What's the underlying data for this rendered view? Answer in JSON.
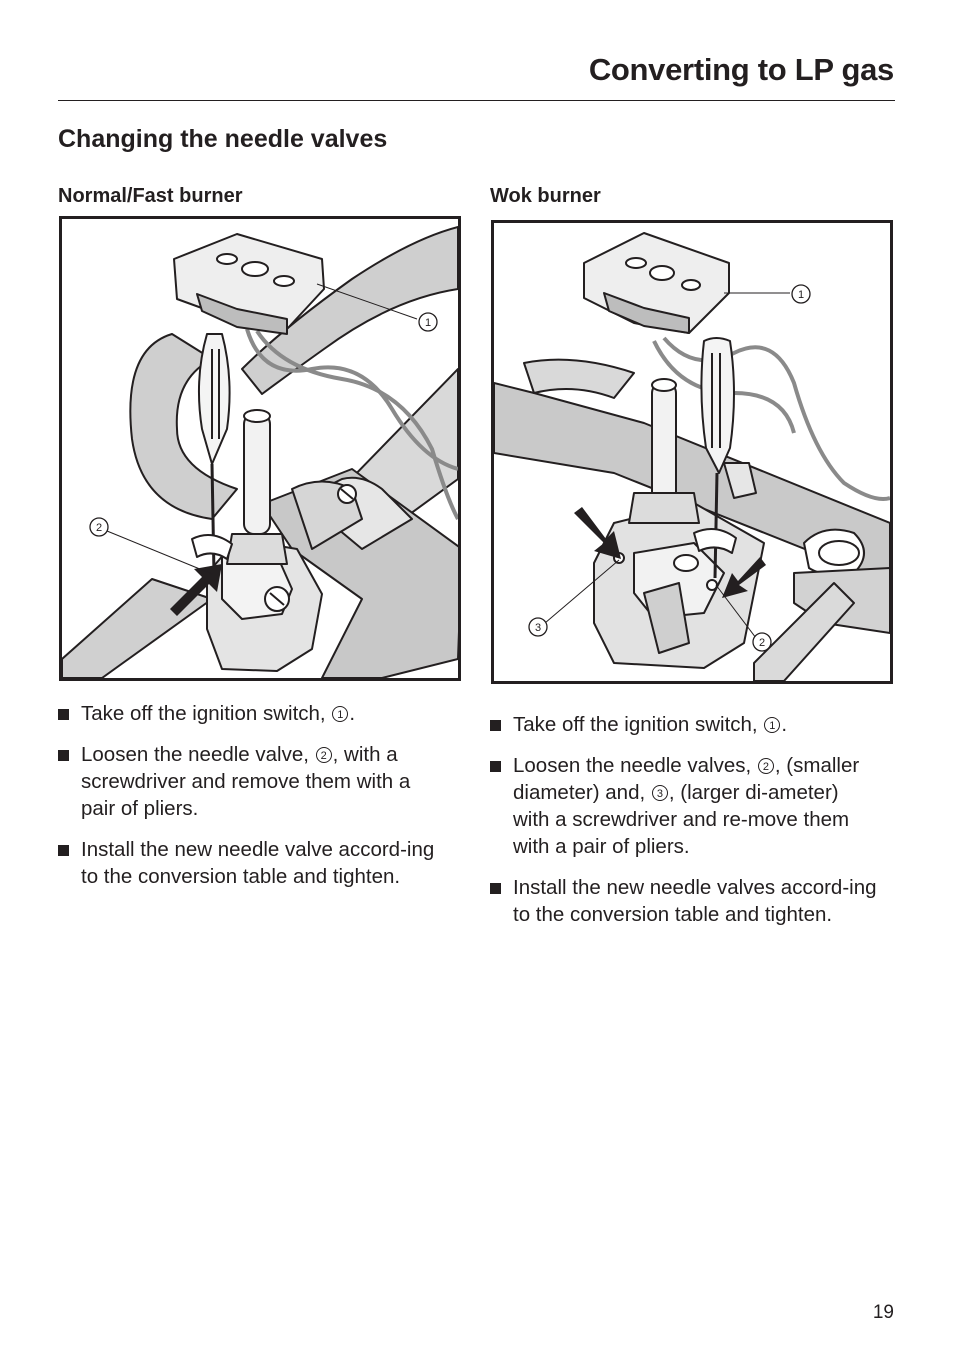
{
  "header": {
    "title": "Converting to LP gas"
  },
  "section": {
    "heading": "Changing the needle valves"
  },
  "left": {
    "heading": "Normal/Fast burner",
    "callouts": [
      "1",
      "2"
    ],
    "steps": [
      {
        "pre": "Take off the ignition switch, ",
        "ref": "1",
        "post": "."
      },
      {
        "pre": "Loosen the needle valve, ",
        "ref": "2",
        "post": ", with a screwdriver and remove them with a pair of pliers."
      },
      {
        "text": "Install the new needle valve accord-ing to the conversion table and tighten."
      }
    ]
  },
  "right": {
    "heading": "Wok burner",
    "callouts": [
      "1",
      "3",
      "2"
    ],
    "steps": [
      {
        "pre": "Take off the ignition switch, ",
        "ref": "1",
        "post": "."
      },
      {
        "pre": "Loosen the needle valves, ",
        "ref": "2",
        "mid": ", (smaller diameter) and, ",
        "ref2": "3",
        "post": ", (larger di-ameter) with a screwdriver and re-move them with a pair of pliers."
      },
      {
        "text": "Install the new needle valves accord-ing to the conversion table and tighten."
      }
    ]
  },
  "footer": {
    "page_number": "19"
  }
}
